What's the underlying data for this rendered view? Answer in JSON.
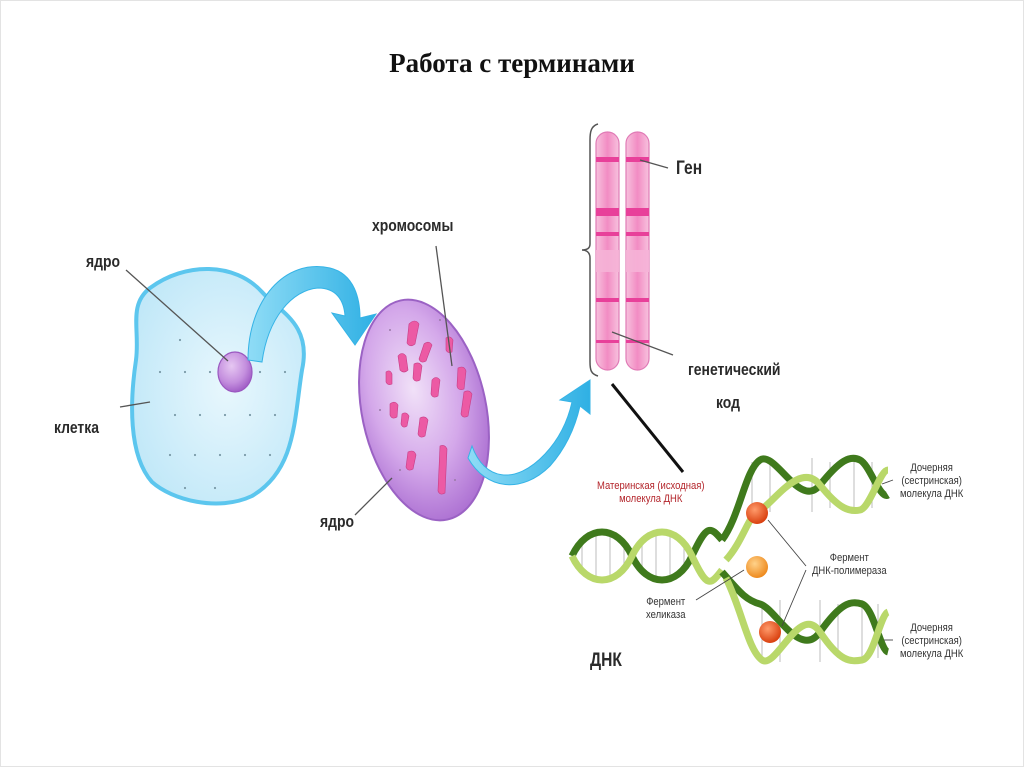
{
  "title": "Работа с терминами",
  "labels": {
    "nucleus_cell": "ядро",
    "cell": "клетка",
    "chromosomes": "хромосомы",
    "nucleus_big": "ядро",
    "gene": "Ген",
    "genetic_code_line1": "генетический",
    "genetic_code_line2": "код",
    "dna": "ДНК"
  },
  "dna_replication": {
    "maternal_line1": "Материнская (исходная)",
    "maternal_line2": "молекула ДНК",
    "daughter_top": [
      "Дочерняя",
      "(сестринская)",
      "молекула ДНК"
    ],
    "daughter_bottom": [
      "Дочерняя",
      "(сестринская)",
      "молекула ДНК"
    ],
    "polymerase_line1": "Фермент",
    "polymerase_line2": "ДНК-полимераза",
    "helicase_line1": "Фермент",
    "helicase_line2": "хеликаза"
  },
  "colors": {
    "cell": "#bfe6f7",
    "cell_outline": "#58c5ec",
    "arrow": "#4dc0ec",
    "nucleus": "#b46ad2",
    "chromosome": "#ea5fa6",
    "chromatid": "#f3a9d0",
    "dna_dark": "#3f7a1c",
    "dna_light": "#b9d86a",
    "enzyme": "#e85d1c"
  }
}
